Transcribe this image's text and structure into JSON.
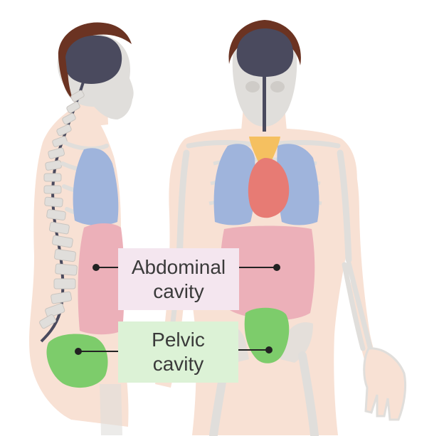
{
  "labels": {
    "abdominal": {
      "line1": "Abdominal",
      "line2": "cavity"
    },
    "pelvic": {
      "line1": "Pelvic",
      "line2": "cavity"
    }
  },
  "colors": {
    "skin": "#f8e1d4",
    "bone": "#e0dedb",
    "brain": "#4a4a5e",
    "hair": "#6b3322",
    "lungs": "#9fb4dc",
    "heart": "#e77b74",
    "thymus": "#f5c060",
    "abdominal_cavity": "#ecb0b9",
    "pelvic_cavity": "#7dcc6b",
    "abdominal_label_bg": "#f4e6ef",
    "pelvic_label_bg": "#dcf2d6"
  }
}
